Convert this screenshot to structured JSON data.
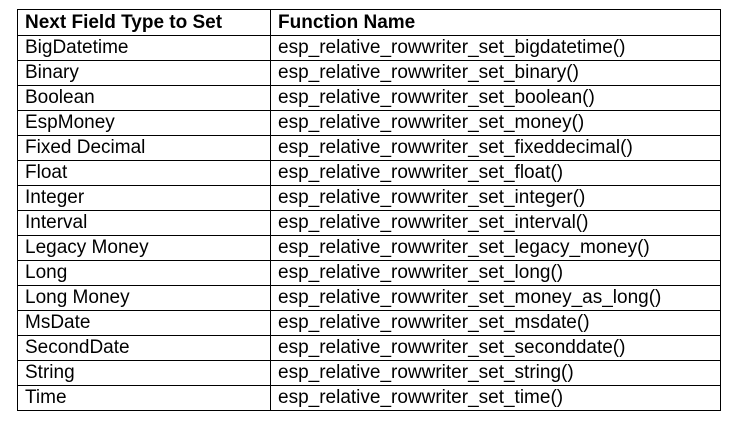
{
  "table": {
    "headers": [
      "Next Field Type to Set",
      "Function Name"
    ],
    "rows": [
      [
        "BigDatetime",
        "esp_relative_rowwriter_set_bigdatetime()"
      ],
      [
        "Binary",
        "esp_relative_rowwriter_set_binary()"
      ],
      [
        "Boolean",
        "esp_relative_rowwriter_set_boolean()"
      ],
      [
        "EspMoney",
        "esp_relative_rowwriter_set_money()"
      ],
      [
        "Fixed Decimal",
        "esp_relative_rowwriter_set_fixeddecimal()"
      ],
      [
        "Float",
        "esp_relative_rowwriter_set_float()"
      ],
      [
        "Integer",
        "esp_relative_rowwriter_set_integer()"
      ],
      [
        "Interval",
        "esp_relative_rowwriter_set_interval()"
      ],
      [
        "Legacy Money",
        "esp_relative_rowwriter_set_legacy_money()"
      ],
      [
        "Long",
        "esp_relative_rowwriter_set_long()"
      ],
      [
        "Long Money",
        "esp_relative_rowwriter_set_money_as_long()"
      ],
      [
        "MsDate",
        "esp_relative_rowwriter_set_msdate()"
      ],
      [
        "SecondDate",
        "esp_relative_rowwriter_set_seconddate()"
      ],
      [
        "String",
        "esp_relative_rowwriter_set_string()"
      ],
      [
        "Time",
        "esp_relative_rowwriter_set_time()"
      ]
    ]
  }
}
